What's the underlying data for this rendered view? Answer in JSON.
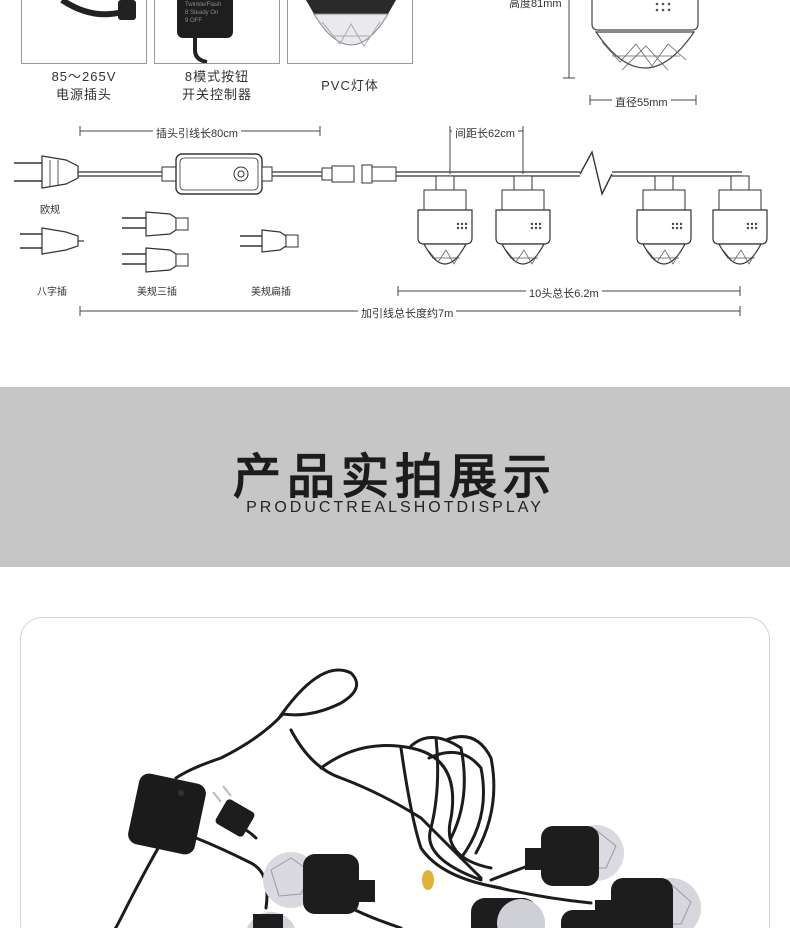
{
  "diagram": {
    "top_labels": {
      "power": "85～265V\n电源插头",
      "switch": "8模式按钮\n开关控制器",
      "lamp": "PVC灯体"
    },
    "controller_print": "Twinkle/Flash\n8 Steady On\n9 OFF",
    "height_label": "高度81mm",
    "diameter_label": "直径55mm",
    "plug_cable_label": "插头引线长80cm",
    "spacing_label": "间距长62cm",
    "total_heads_label": "10头总长6.2m",
    "total_length_label": "加引线总长度约7m",
    "plug_types": {
      "eu": "欧规",
      "figure8": "八字插",
      "us_three": "美规三插",
      "us_flat": "美规扁插"
    }
  },
  "banner": {
    "title": "产品实拍展示",
    "subtitle": "PRODUCTREALSHOTDISPLAY"
  },
  "colors": {
    "banner_bg": "#c6c6c6",
    "line": "#333333",
    "product": "#1f1f1f"
  }
}
